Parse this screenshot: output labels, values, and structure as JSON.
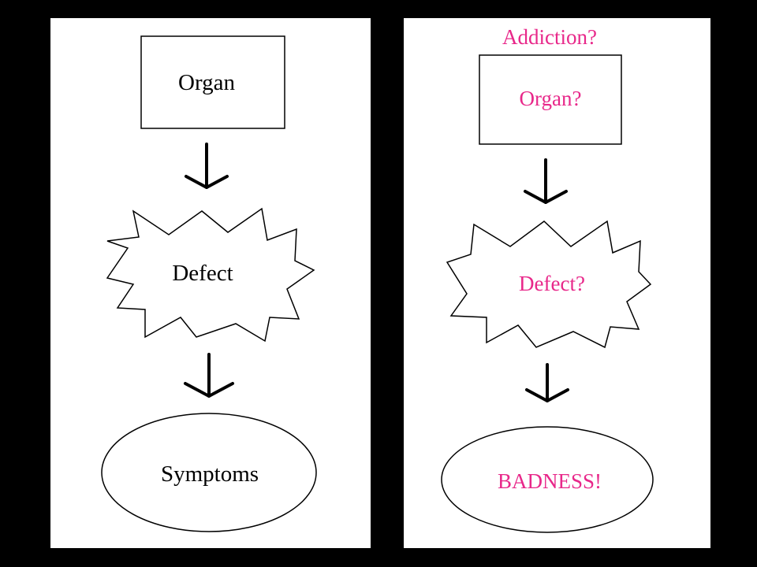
{
  "colors": {
    "background": "#000000",
    "panel": "#ffffff",
    "ink": "#000000",
    "accent": "#e8288a"
  },
  "left": {
    "organ": "Organ",
    "defect": "Defect",
    "symptoms": "Symptoms"
  },
  "right": {
    "question": "Addiction?",
    "organ": "Organ?",
    "defect": "Defect?",
    "outcome": "BADNESS!"
  }
}
